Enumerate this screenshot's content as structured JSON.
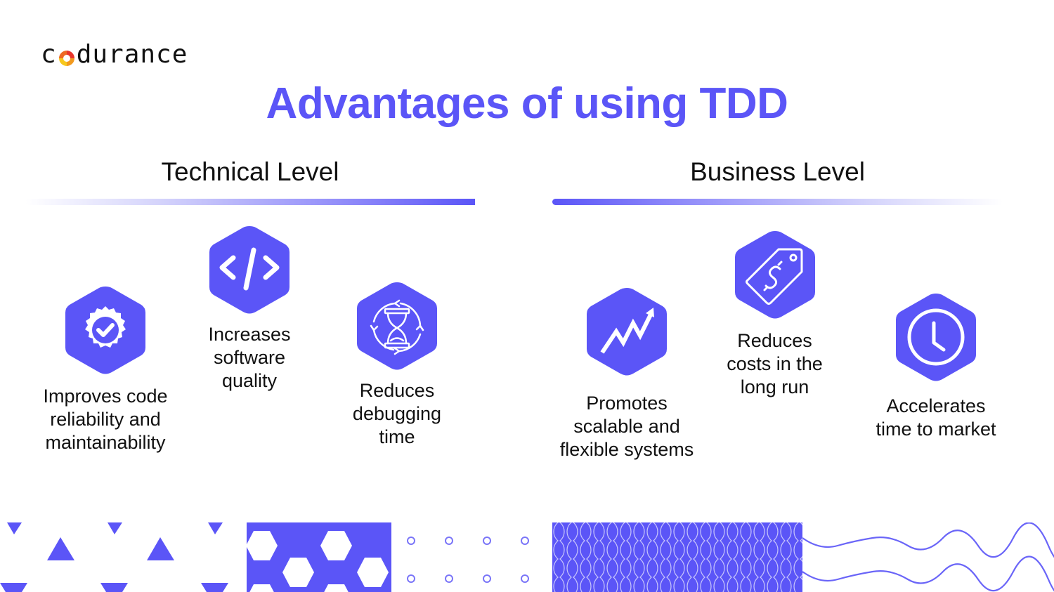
{
  "brand": {
    "logo_text_prefix": "c",
    "logo_text_suffix": "durance",
    "logo_colors": {
      "red": "#e8362c",
      "orange": "#f29a1f",
      "yellow": "#f7c81e"
    }
  },
  "title": "Advantages of using TDD",
  "colors": {
    "accent": "#5b55f7",
    "text": "#111111",
    "background": "#ffffff"
  },
  "sections": [
    {
      "title": "Technical Level",
      "items": [
        {
          "icon": "verified-badge-check-icon",
          "label": "Improves code\nreliability and\nmaintainability"
        },
        {
          "icon": "code-brackets-icon",
          "label": "Increases\nsoftware\nquality"
        },
        {
          "icon": "hourglass-cycle-icon",
          "label": "Reduces\ndebugging\ntime"
        }
      ]
    },
    {
      "title": "Business Level",
      "items": [
        {
          "icon": "trending-up-chart-icon",
          "label": "Promotes\nscalable and\nflexible systems"
        },
        {
          "icon": "price-tag-dollar-icon",
          "label": "Reduces\ncosts in the\nlong run"
        },
        {
          "icon": "clock-icon",
          "label": "Accelerates\ntime to market"
        }
      ]
    }
  ]
}
